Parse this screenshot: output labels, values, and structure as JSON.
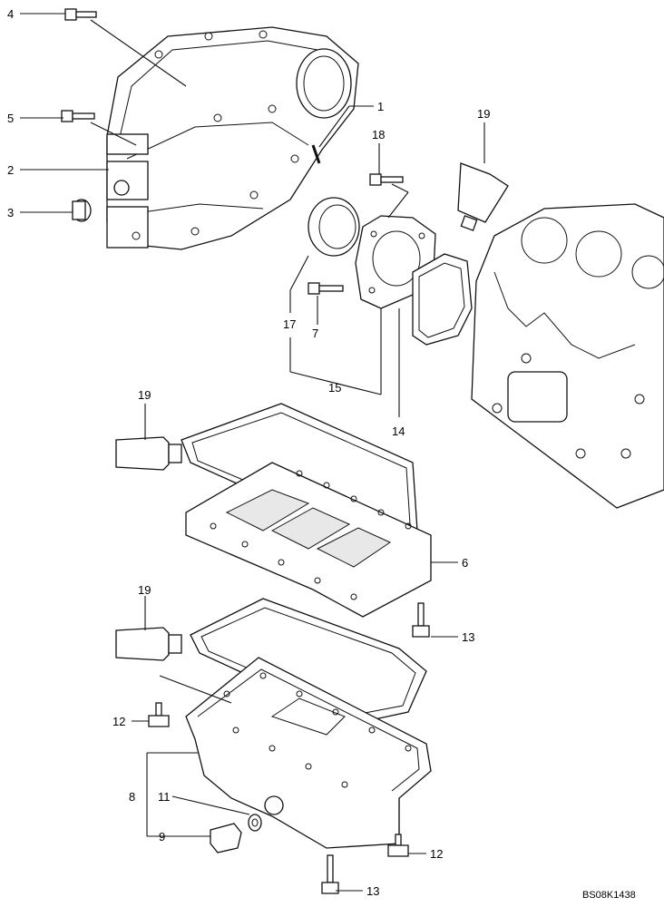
{
  "diagram_code": "BS08K1438",
  "callouts": {
    "c4": "4",
    "c5": "5",
    "c2": "2",
    "c3": "3",
    "c1": "1",
    "c18": "18",
    "c19a": "19",
    "c17": "17",
    "c7": "7",
    "c15": "15",
    "c14": "14",
    "c19b": "19",
    "c6": "6",
    "c19c": "19",
    "c13a": "13",
    "c12a": "12",
    "c8": "8",
    "c11": "11",
    "c9": "9",
    "c12b": "12",
    "c13b": "13"
  }
}
